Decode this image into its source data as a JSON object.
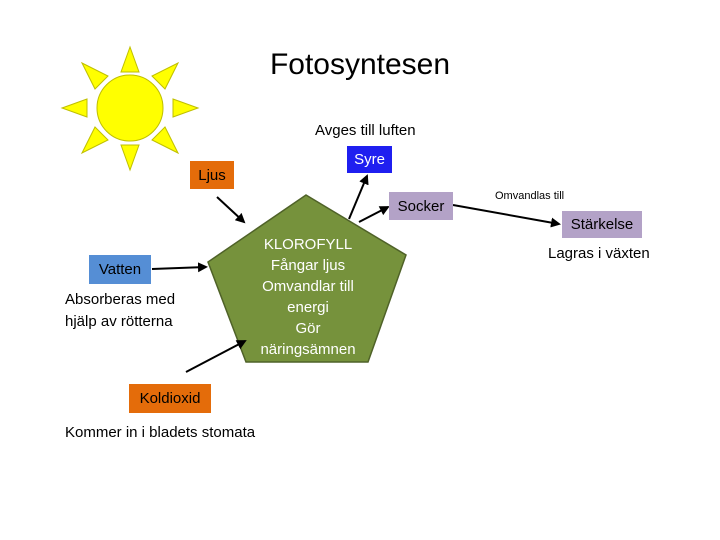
{
  "title": "Fotosyntesen",
  "center": {
    "lines": [
      "KLOROFYLL",
      "Fångar ljus",
      "Omvandlar till",
      "energi",
      "Gör",
      "näringsämnen"
    ],
    "color": "#76923c"
  },
  "inputs": {
    "ljus": "Ljus",
    "vatten": "Vatten",
    "koldioxid": "Koldioxid"
  },
  "outputs": {
    "syre": "Syre",
    "socker": "Socker",
    "starkelse": "Stärkelse"
  },
  "annotations": {
    "syre_note": "Avges till luften",
    "socker_note": "Omvandlas till",
    "starkelse_note": "Lagras i växten",
    "vatten_note_line1": "Absorberas med",
    "vatten_note_line2": "hjälp av rötterna",
    "koldioxid_note": "Kommer in i bladets stomata"
  },
  "colors": {
    "sun_fill": "#ffff00",
    "sun_stroke": "#bfbf00",
    "input_orange": "#e46c0a",
    "input_blue": "#558ed5",
    "output_blue": "#1f1ff0",
    "output_lilac": "#b3a2c7"
  },
  "icons": [
    "sun-icon"
  ]
}
